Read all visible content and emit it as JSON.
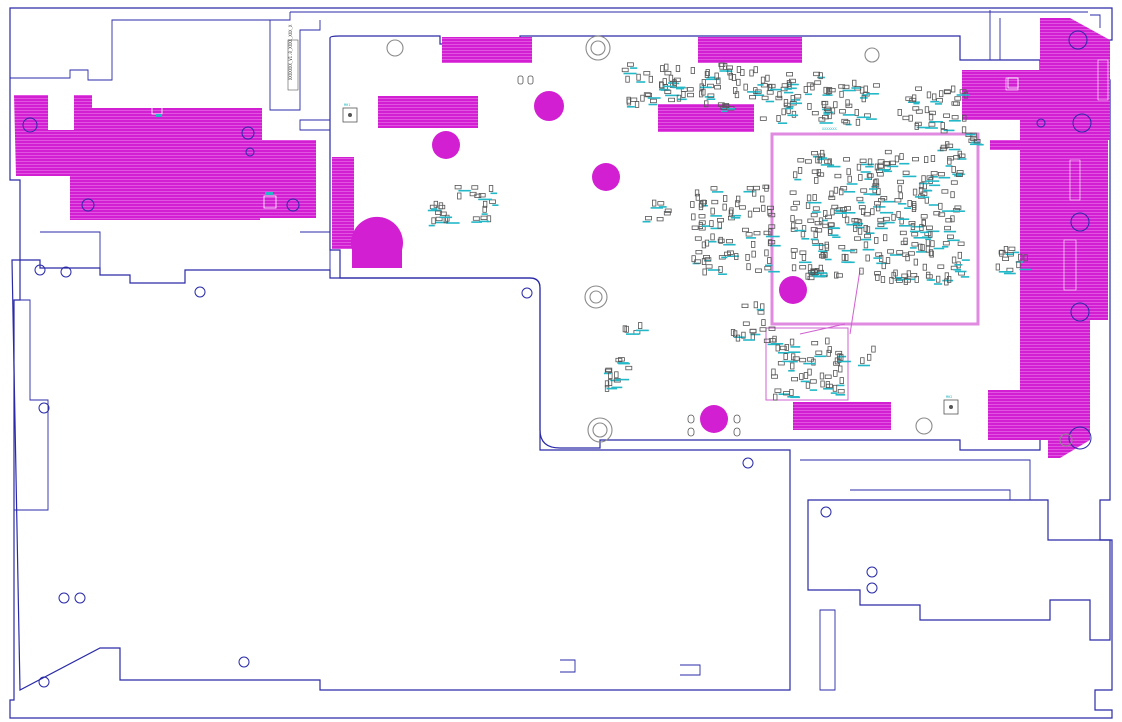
{
  "colors": {
    "outline": "#2a2aa8",
    "copper": "#d21fd2",
    "silkscreen": "#22b8c8",
    "shield": "#e08ae0",
    "background": "#ffffff"
  },
  "labels": {
    "board_edge_text": "XXXXXXX_V1.0_XXXX_XXX_X",
    "shield_top": "XXXXXXX",
    "mh1": "MH1",
    "mh2": "MH2",
    "mh3": "MH3"
  },
  "icons": [
    "mounting-hole-icon",
    "test-point-icon"
  ]
}
